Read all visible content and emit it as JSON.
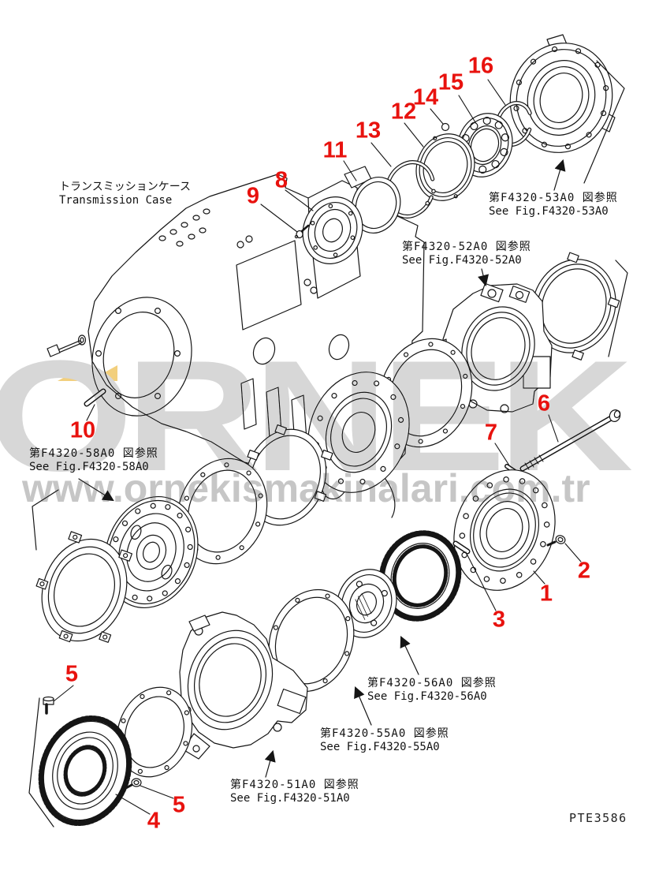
{
  "page": {
    "title_jp": "トランスミッションケース",
    "title_en": "Transmission Case",
    "plate_code": "PTE3586"
  },
  "watermark": {
    "brand": "ORNEK",
    "url": "www.ornekismakinalari.com.tr",
    "brand_color": "#d7d7d7",
    "url_color": "#c6c6c6",
    "logo_triangle_color": "#f2cf7d"
  },
  "colors": {
    "callout_red": "#e8120e",
    "line_art": "#151515",
    "background": "#ffffff"
  },
  "ref_labels": [
    {
      "id": "F4320-53A0",
      "jp": "第F4320-53A0 図参照",
      "en": "See Fig.F4320-53A0"
    },
    {
      "id": "F4320-52A0",
      "jp": "第F4320-52A0 図参照",
      "en": "See Fig.F4320-52A0"
    },
    {
      "id": "F4320-58A0",
      "jp": "第F4320-58A0 図参照",
      "en": "See Fig.F4320-58A0"
    },
    {
      "id": "F4320-56A0",
      "jp": "第F4320-56A0 図参照",
      "en": "See Fig.F4320-56A0"
    },
    {
      "id": "F4320-55A0",
      "jp": "第F4320-55A0 図参照",
      "en": "See Fig.F4320-55A0"
    },
    {
      "id": "F4320-51A0",
      "jp": "第F4320-51A0 図参照",
      "en": "See Fig.F4320-51A0"
    }
  ],
  "callouts": {
    "c1": "1",
    "c2": "2",
    "c3": "3",
    "c4": "4",
    "c5a": "5",
    "c5b": "5",
    "c6": "6",
    "c7": "7",
    "c8": "8",
    "c9": "9",
    "c10": "10",
    "c11": "11",
    "c12": "12",
    "c13": "13",
    "c14": "14",
    "c15": "15",
    "c16": "16"
  }
}
